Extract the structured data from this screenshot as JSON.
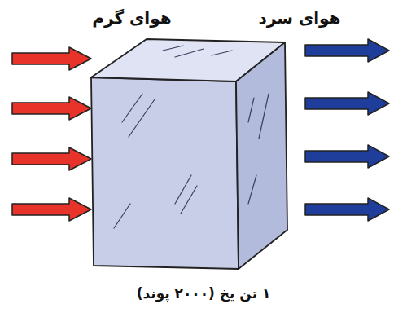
{
  "diagram": {
    "caption": "۱ تن یخ (۲۰۰۰ پوند)",
    "labels": [
      "هوای گرم",
      "هوای سرد"
    ]
  }
}
